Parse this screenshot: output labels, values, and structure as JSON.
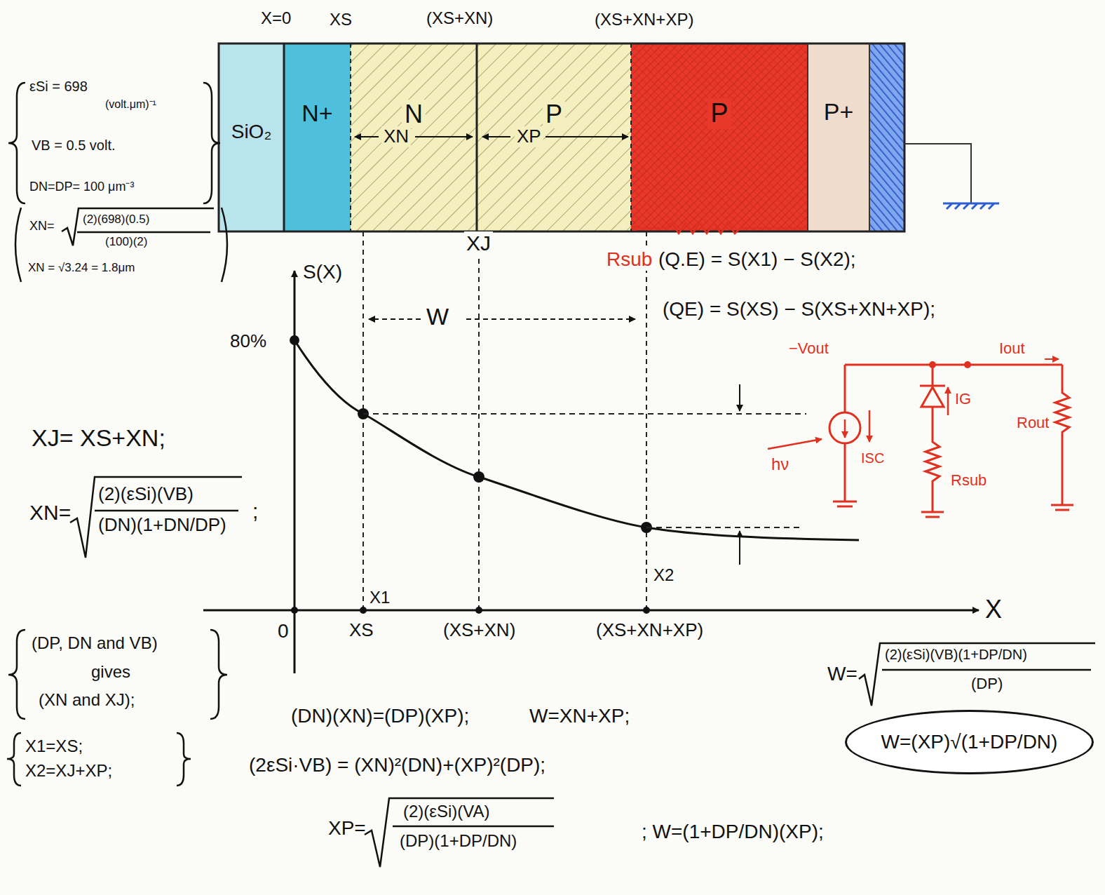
{
  "diagram": {
    "nodes": [
      {
        "text": [
          "SiO₂"
        ]
      },
      {
        "text": [
          "N+"
        ]
      },
      {
        "text": [
          "N"
        ]
      },
      {
        "text": [
          "P"
        ]
      },
      {
        "text": [
          "P"
        ]
      },
      {
        "text": [
          "P+"
        ]
      },
      {
        "text": [
          "W=(XP)√(1+DP/DN)"
        ]
      }
    ],
    "labels": [
      "X=0",
      "XS",
      "(XS+XN)",
      "(XS+XN+XP)",
      "XN",
      "XP",
      "εSi = 698",
      "(volt.μm)⁻¹",
      "VB = 0.5 volt.",
      "DN=DP= 100 μm⁻³",
      "XN=",
      "(2)(698)(0.5)",
      "(100)(2)",
      "XN = √3.24 = 1.8μm",
      "XJ",
      "S(X)",
      "80%",
      "W",
      "Rsub",
      "(Q.E) = S(X1) − S(X2);",
      "(QE) = S(XS) − S(XS+XN+XP);",
      "−Vout",
      "Iout",
      "IG",
      "Rout",
      "hν",
      "ISC",
      "Rsub",
      "XJ= XS+XN;",
      "XN=",
      "(2)(εSi)(VB)",
      "(DN)(1+DN/DP)",
      ";",
      "X1",
      "X2",
      "X",
      "0",
      "XS",
      "(XS+XN)",
      "(XS+XN+XP)",
      "(DP, DN and VB)",
      "gives",
      "(XN and XJ);",
      "X1=XS;",
      "X2=XJ+XP;",
      "(DN)(XN)=(DP)(XP);",
      "W=XN+XP;",
      "(2εSi·VB) = (XN)²(DN)+(XP)²(DP);",
      "XP=",
      "(2)(εSi)(VA)",
      "(DP)(1+DP/DN)",
      "; W=(1+DP/DN)(XP);",
      "W=",
      "(2)(εSi)(VB)(1+DP/DN)",
      "(DP)"
    ]
  }
}
